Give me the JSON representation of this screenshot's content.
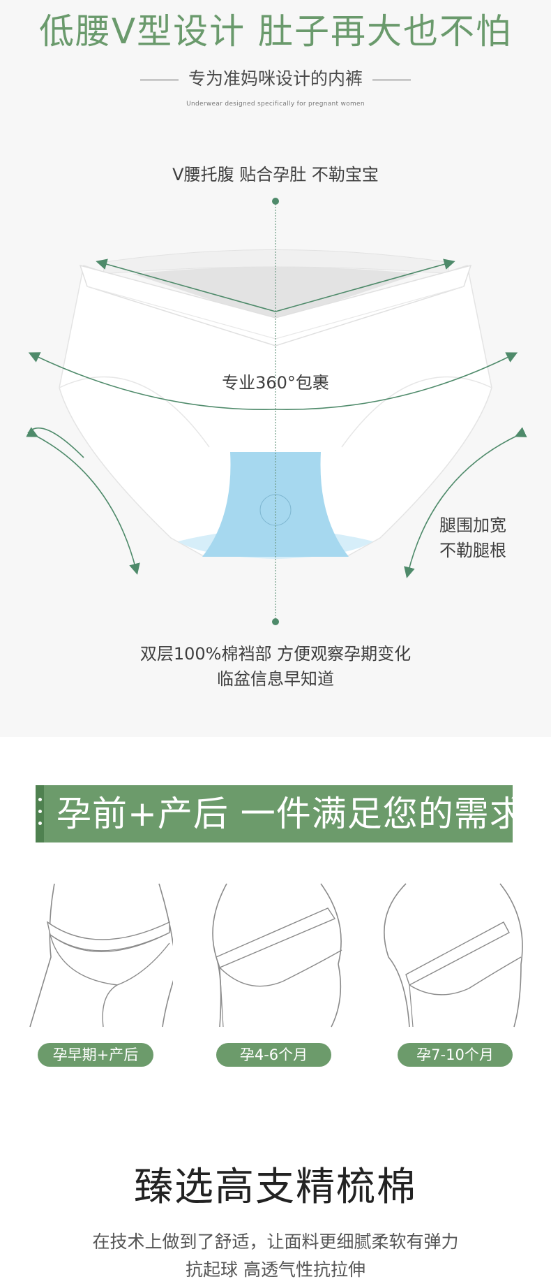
{
  "header": {
    "headline": "低腰V型设计 肚子再大也不怕",
    "subtitle": "专为准妈咪设计的内裤",
    "english": "Underwear designed specifically for pregnant women"
  },
  "diagram": {
    "top_label": "V腰托腹 贴合孕肚 不勒宝宝",
    "middle_label": "专业360°包裹",
    "right_label_line1": "腿围加宽",
    "right_label_line2": "不勒腿根",
    "bottom_label_line1": "双层100%棉裆部 方便观察孕期变化",
    "bottom_label_line2": "临盆信息早知道"
  },
  "banner": {
    "text": "孕前+产后 一件满足您的需求"
  },
  "stages": [
    {
      "label": "孕早期+产后"
    },
    {
      "label": "孕4-6个月"
    },
    {
      "label": "孕7-10个月"
    }
  ],
  "cotton": {
    "title": "臻选高支精梳棉",
    "line1": "在技术上做到了舒适，让面料更细腻柔软有弹力",
    "line2": "抗起球 高透气性抗拉伸"
  },
  "colors": {
    "accent_green": "#6c9b6b",
    "arrow_green": "#4e8a6a",
    "crotch_blue": "#a6d8ef"
  }
}
